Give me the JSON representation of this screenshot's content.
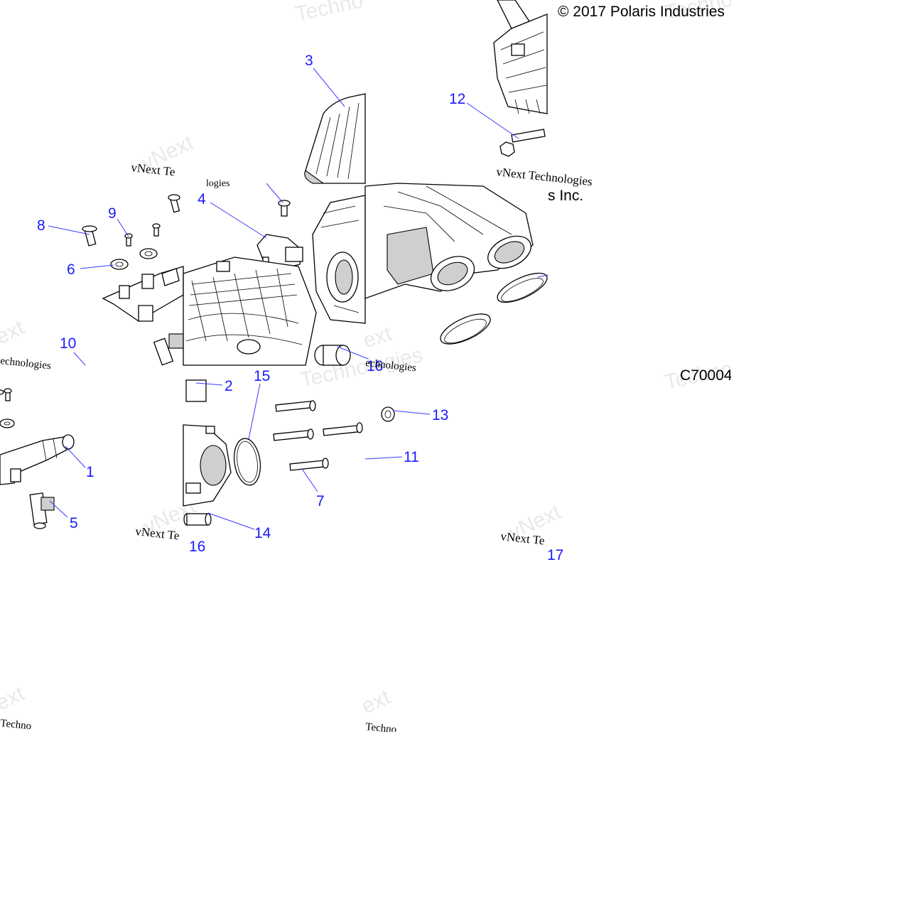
{
  "diagram": {
    "copyright_text": "© 2017 Polaris Industries",
    "copyright_tail": "s Inc.",
    "figure_code": "C70004",
    "callouts": {
      "c1": "1",
      "c2": "2",
      "c3": "3",
      "c4": "4",
      "c5": "5",
      "c6": "6",
      "c7": "7",
      "c8": "8",
      "c9": "9",
      "c10": "10",
      "c11": "11",
      "c12": "12",
      "c13": "13",
      "c14": "14",
      "c15": "15",
      "c16": "16",
      "c16b": "16",
      "c17": "17"
    },
    "watermarks": {
      "vnext_technologies": "vNext Technologies",
      "vnext_te": "vNext Te",
      "technologies_fragment": "echnologies",
      "logies_fragment": "logies",
      "vnext_big": "vNext",
      "technologies_big": "Technologies",
      "techno_fragment": "Techno",
      "ext_fragment": "ext",
      "techno_small": "Techno"
    }
  }
}
